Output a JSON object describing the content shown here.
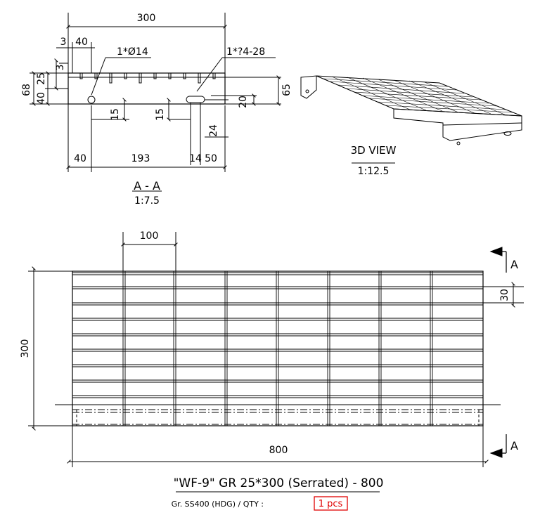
{
  "section_view": {
    "title": "A - A",
    "scale": "1:7.5",
    "dims": {
      "total_length": "300",
      "d3_left": "3",
      "d40_top": "40",
      "hole_note": "1*Ø14",
      "slot_note": "1*?4-28",
      "d3_small": "3",
      "d25": "25",
      "d68": "68",
      "d40_side": "40",
      "d65": "65",
      "d15_a": "15",
      "d15_b": "15",
      "d20": "20",
      "d24": "24",
      "d40_bottom": "40",
      "d193": "193",
      "d14": "14",
      "d50": "50"
    }
  },
  "iso_view": {
    "title": "3D VIEW",
    "scale": "1:12.5"
  },
  "plan_view": {
    "dims": {
      "pitch": "100",
      "bar_pitch": "30",
      "width": "300",
      "length": "800"
    },
    "section_mark_top": "A",
    "section_mark_bottom": "A"
  },
  "title_block": {
    "part": "\"WF-9\" GR 25*300 (Serrated) - 800",
    "spec": "Gr. SS400 (HDG) / QTY :",
    "qty": "1 pcs",
    "qty_color": "#e00000"
  }
}
